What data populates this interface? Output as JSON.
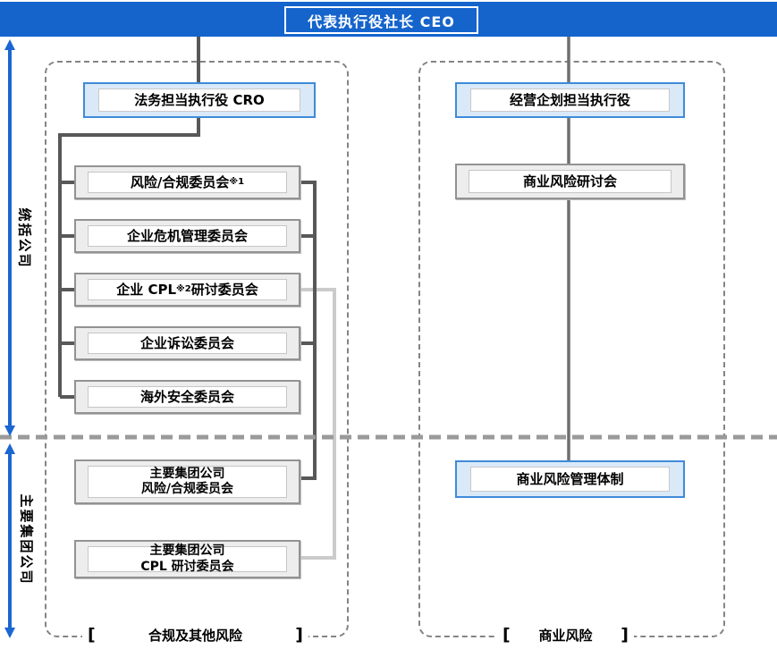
{
  "header": {
    "ceo_label": "代表执行役社长 CEO"
  },
  "side_labels": {
    "top": "统括公司",
    "bottom": "主要集团公司"
  },
  "left_panel": {
    "cro_box": "法务担当执行役 CRO",
    "committees": [
      {
        "text": "风险/合规委员会",
        "sup": "※1",
        "text2": ""
      },
      {
        "text": "企业危机管理委员会",
        "sup": "",
        "text2": ""
      },
      {
        "text": "企业 CPL",
        "sup": "※2",
        "text2": "研讨委员会"
      },
      {
        "text": "企业诉讼委员会",
        "sup": "",
        "text2": ""
      },
      {
        "text": "海外安全委员会",
        "sup": "",
        "text2": ""
      }
    ],
    "group_committees": [
      {
        "line1": "主要集团公司",
        "line2": "风险/合规委员会"
      },
      {
        "line1": "主要集团公司",
        "line2": "CPL 研讨委员会"
      }
    ],
    "footer": {
      "bracket_open": "[",
      "label": "合规及其他风险",
      "bracket_close": "]"
    }
  },
  "right_panel": {
    "exec_box": "经营企划担当执行役",
    "council_box": "商业风险研讨会",
    "management_box": "商业风险管理体制",
    "footer": {
      "bracket_open": "[",
      "label": "商业风险",
      "bracket_close": "]"
    }
  },
  "colors": {
    "top_bar_blue": "#1464cc",
    "arrow_blue": "#1b66d1",
    "highlight_fill": "#d9e9f8",
    "highlight_border": "#3f8ad9",
    "gray_box_fill": "#ededed",
    "gray_box_border": "#929292",
    "dark_connector": "#585858",
    "light_connector": "#cbcbcb",
    "center_connector": "#6f6f6f",
    "dashed_container": "#848484",
    "divider_dash": "#9a9a9a"
  }
}
